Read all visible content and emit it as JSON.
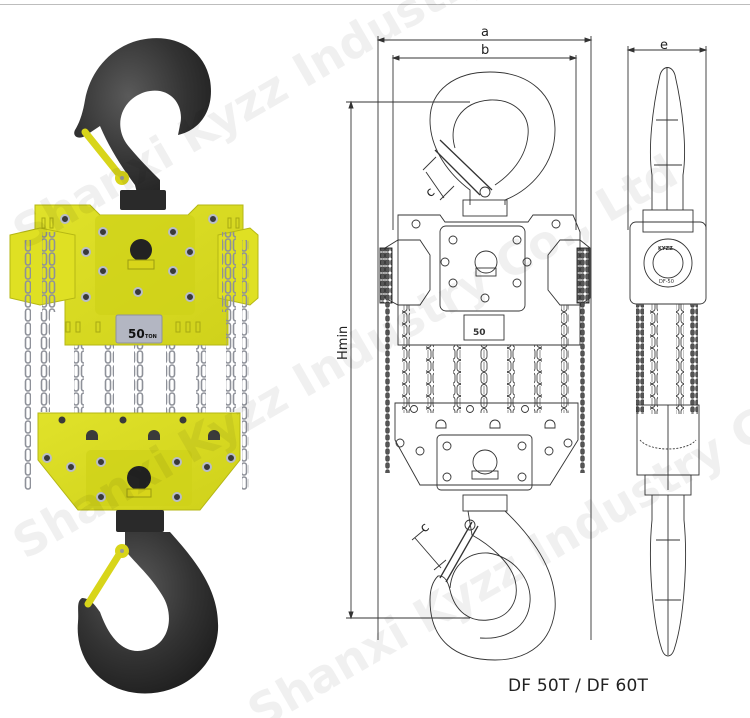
{
  "figure": {
    "title": "DF 50T / DF 60T",
    "capacity_plate": {
      "number": "50",
      "unit": "TON"
    },
    "dimension_labels": {
      "overall_width": "a",
      "body_width": "b",
      "hook_opening": "c",
      "side_width": "e",
      "min_headroom": "Hmin"
    },
    "side_view_cover_text": [
      "KYZZ",
      "DF-50"
    ],
    "watermark": "Shanxi Kyzz Industry Co., Ltd"
  },
  "colors": {
    "body_yellow": "#d6d81e",
    "hook_black": "#2b2b2b",
    "chain_grey": "#a9acb4",
    "line_drawing": "#333333"
  },
  "views": [
    {
      "id": "rendered-front-view",
      "label": "Rendered front view"
    },
    {
      "id": "line-drawing-front-view",
      "label": "Dimensioned front view"
    },
    {
      "id": "line-drawing-side-view",
      "label": "Dimensioned side view"
    }
  ]
}
